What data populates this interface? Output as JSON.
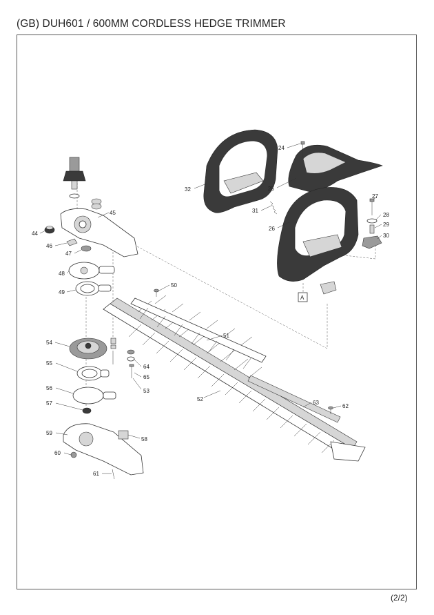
{
  "header": {
    "title": "(GB) DUH601 / 600MM CORDLESS HEDGE TRIMMER",
    "page": "(2/2)"
  },
  "reference_marker": "A",
  "parts": [
    {
      "id": "p24",
      "label": "24"
    },
    {
      "id": "p25",
      "label": "25"
    },
    {
      "id": "p26",
      "label": "26"
    },
    {
      "id": "p27",
      "label": "27"
    },
    {
      "id": "p28",
      "label": "28"
    },
    {
      "id": "p29",
      "label": "29"
    },
    {
      "id": "p30",
      "label": "30"
    },
    {
      "id": "p31",
      "label": "31"
    },
    {
      "id": "p32",
      "label": "32"
    },
    {
      "id": "p44",
      "label": "44"
    },
    {
      "id": "p45",
      "label": "45"
    },
    {
      "id": "p46",
      "label": "46"
    },
    {
      "id": "p47",
      "label": "47"
    },
    {
      "id": "p48",
      "label": "48"
    },
    {
      "id": "p49",
      "label": "49"
    },
    {
      "id": "p50",
      "label": "50"
    },
    {
      "id": "p51",
      "label": "51"
    },
    {
      "id": "p52",
      "label": "52"
    },
    {
      "id": "p53",
      "label": "53"
    },
    {
      "id": "p54",
      "label": "54"
    },
    {
      "id": "p55",
      "label": "55"
    },
    {
      "id": "p56",
      "label": "56"
    },
    {
      "id": "p57",
      "label": "57"
    },
    {
      "id": "p58",
      "label": "58"
    },
    {
      "id": "p59",
      "label": "59"
    },
    {
      "id": "p60",
      "label": "60"
    },
    {
      "id": "p61",
      "label": "61"
    },
    {
      "id": "p62",
      "label": "62"
    },
    {
      "id": "p63",
      "label": "63"
    },
    {
      "id": "p64",
      "label": "64"
    },
    {
      "id": "p65",
      "label": "65"
    }
  ]
}
